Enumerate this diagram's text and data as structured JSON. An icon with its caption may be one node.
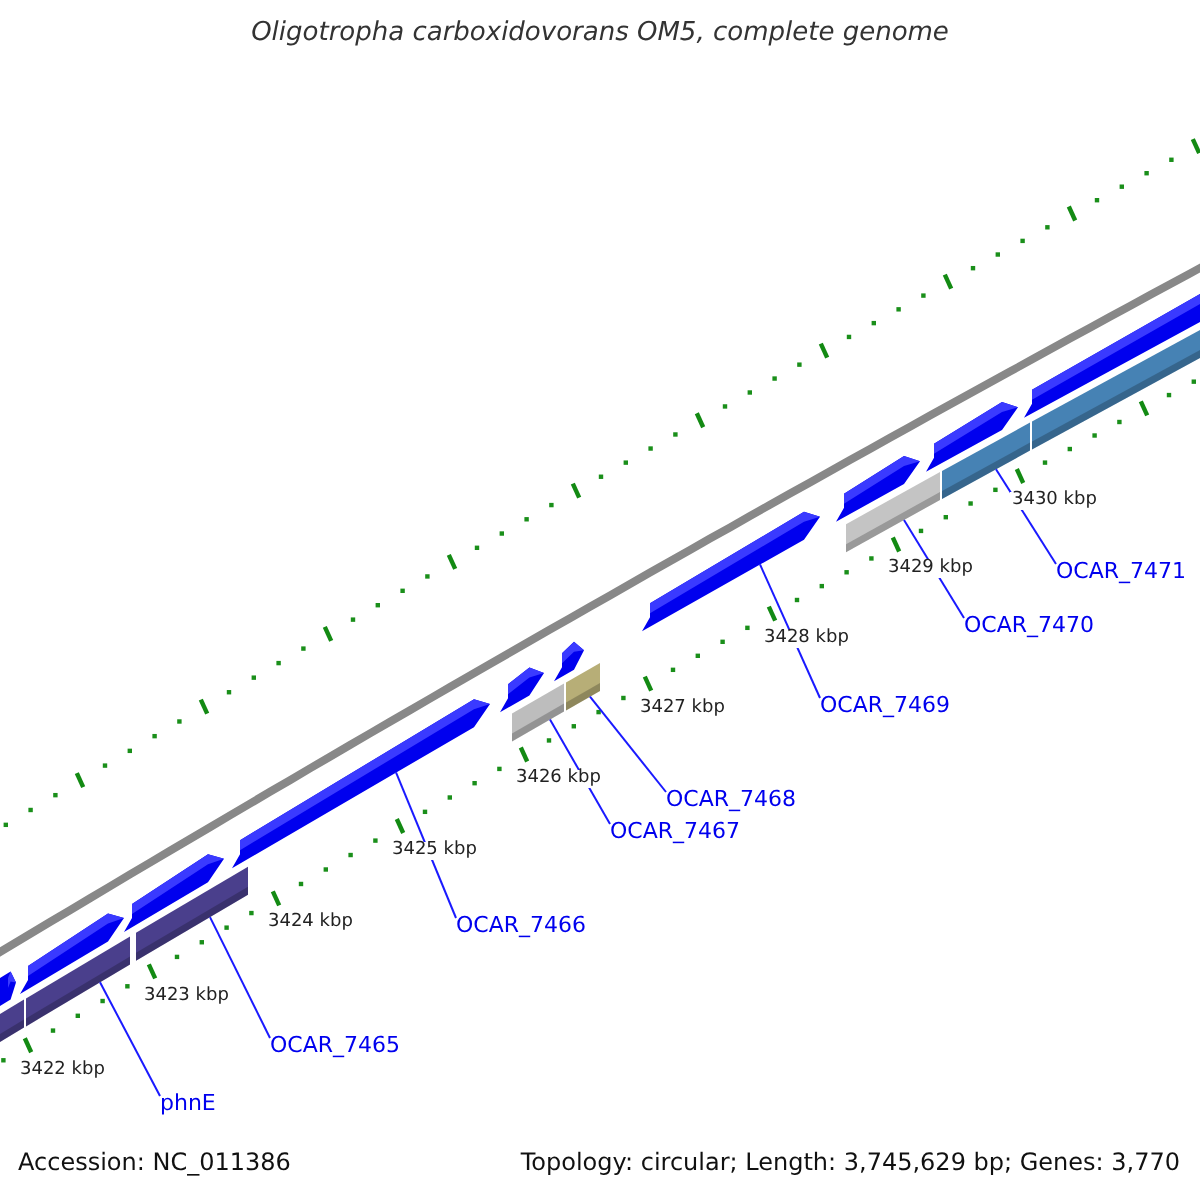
{
  "diagram": {
    "title": "Oligotropha carboxidovorans OM5, complete genome",
    "nodes": [
      {
        "text": [
          "phnE"
        ]
      },
      {
        "text": [
          "OCAR_7465"
        ]
      },
      {
        "text": [
          "OCAR_7466"
        ]
      },
      {
        "text": [
          "OCAR_7467"
        ]
      },
      {
        "text": [
          "OCAR_7468"
        ]
      },
      {
        "text": [
          "OCAR_7469"
        ]
      },
      {
        "text": [
          "OCAR_7470"
        ]
      },
      {
        "text": [
          "OCAR_7471"
        ]
      },
      {
        "text": [],
        "shape": "arrow"
      },
      {
        "text": [],
        "shape": "arrow"
      },
      {
        "text": [],
        "shape": "arrow"
      },
      {
        "text": [],
        "shape": "arrow"
      },
      {
        "text": [],
        "shape": "arrow"
      },
      {
        "text": [],
        "shape": "arrow"
      },
      {
        "text": [],
        "shape": "arrow"
      },
      {
        "text": [],
        "shape": "arrow"
      },
      {
        "text": [],
        "shape": "arrow"
      },
      {
        "text": [],
        "shape": "arrow"
      },
      {
        "text": [],
        "shape": "bar"
      },
      {
        "text": [],
        "shape": "bar"
      },
      {
        "text": [],
        "shape": "bar"
      },
      {
        "text": [],
        "shape": "bar"
      },
      {
        "text": [],
        "shape": "bar"
      },
      {
        "text": [],
        "shape": "bar"
      },
      {
        "text": [],
        "shape": "bar"
      },
      {
        "text": [],
        "shape": "bar"
      }
    ],
    "edges": [
      {
        "from": 0,
        "to": 19,
        "arrow": "none"
      },
      {
        "from": 1,
        "to": 20,
        "arrow": "none"
      },
      {
        "from": 2,
        "to": 11,
        "arrow": "none"
      },
      {
        "from": 3,
        "to": 21,
        "arrow": "none"
      },
      {
        "from": 4,
        "to": 22,
        "arrow": "none"
      },
      {
        "from": 5,
        "to": 14,
        "arrow": "none"
      },
      {
        "from": 6,
        "to": 23,
        "arrow": "none"
      },
      {
        "from": 7,
        "to": 24,
        "arrow": "none"
      }
    ],
    "labels": [
      "3422 kbp",
      "3423 kbp",
      "3424 kbp",
      "3425 kbp",
      "3426 kbp",
      "3427 kbp",
      "3428 kbp",
      "3429 kbp",
      "3430 kbp",
      "Accession: NC_011386",
      "Topology: circular; Length: 3,745,629 bp; Genes: 3,770"
    ]
  }
}
